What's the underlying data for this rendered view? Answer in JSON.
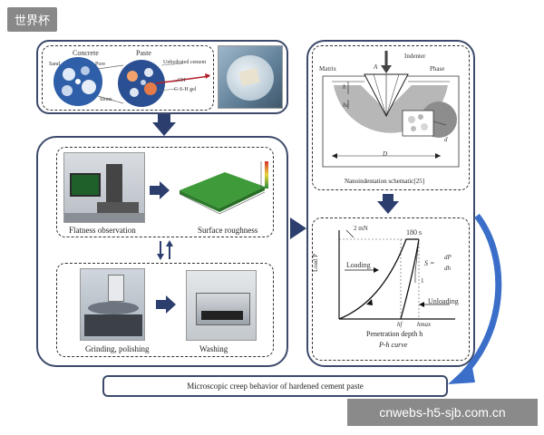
{
  "watermarks": {
    "top_left": "世界杯",
    "bottom_right": "cnwebs-h5-sjb.com.cn"
  },
  "top_panel": {
    "concrete": "Concrete",
    "paste": "Paste",
    "sand": "Sand",
    "pore": "Pore",
    "stone": "Stone",
    "unhydrated": "Unhydrated cement",
    "ch": "CH",
    "csh": "C-S-H gel"
  },
  "prep_panel": {
    "flatness": "Flatness observation",
    "roughness": "Surface roughness",
    "grinding": "Grinding, polishing",
    "washing": "Washing"
  },
  "nano_panel": {
    "matrix": "Matrix",
    "a": "A",
    "indenter": "Indenter",
    "phase": "Phase",
    "h": "h",
    "hc": "hc",
    "d_small": "d",
    "D": "D",
    "caption": "Nanoindentation schematic[25]"
  },
  "ph_panel": {
    "force": "2 mN",
    "hold": "180 s",
    "ylabel": "Load P",
    "loading": "Loading",
    "unloading": "Unloading",
    "stiffness_s": "S =",
    "stiffness_num": "dP",
    "stiffness_den": "dh",
    "one": "1",
    "hf": "hf",
    "hmax": "hmax",
    "xlabel": "Penetration depth h",
    "curve": "P-h curve"
  },
  "result": "Microscopic creep behavior of hardened cement paste",
  "colors": {
    "frame": "#3d4a6b",
    "arrow": "#2c3e6e",
    "accent_red": "#b0202a",
    "blue_arrow": "#3a6ec8"
  }
}
